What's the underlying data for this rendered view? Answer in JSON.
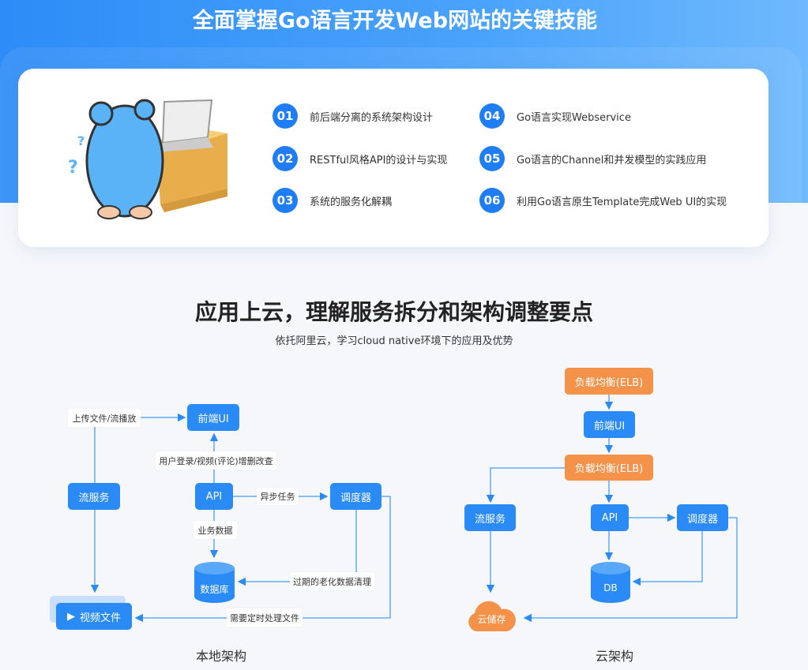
{
  "header": {
    "title": "全面掌握Go语言开发Web网站的关键技能"
  },
  "features": [
    {
      "num": "01",
      "text": "前后端分离的系统架构设计"
    },
    {
      "num": "02",
      "text": "RESTful风格API的设计与实现"
    },
    {
      "num": "03",
      "text": "系统的服务化解耦"
    },
    {
      "num": "04",
      "text": "Go语言实现Webservice"
    },
    {
      "num": "05",
      "text": "Go语言的Channel和并发模型的实践应用"
    },
    {
      "num": "06",
      "text": "利用Go语言原生Template完成Web UI的实现"
    }
  ],
  "section": {
    "title": "应用上云，理解服务拆分和架构调整要点",
    "subtitle": "依托阿里云，学习cloud native环境下的应用及优势"
  },
  "local": {
    "caption": "本地架构",
    "frontend": "前端UI",
    "upload": "上传文件/流播放",
    "stream": "流服务",
    "api": "API",
    "user_ops": "用户登录/视频(评论)增删改查",
    "async": "异步任务",
    "scheduler": "调度器",
    "biz_data": "业务数据",
    "db": "数据库",
    "cleanup": "过期的老化数据清理",
    "video": "视频文件",
    "timed": "需要定时处理文件"
  },
  "cloud": {
    "caption": "云架构",
    "elb1": "负载均衡(ELB)",
    "frontend": "前端UI",
    "elb2": "负载均衡(ELB)",
    "stream": "流服务",
    "api": "API",
    "scheduler": "调度器",
    "db": "DB",
    "storage": "云储存"
  },
  "colors": {
    "blue": "#2a8af6",
    "orange": "#f5924a"
  }
}
